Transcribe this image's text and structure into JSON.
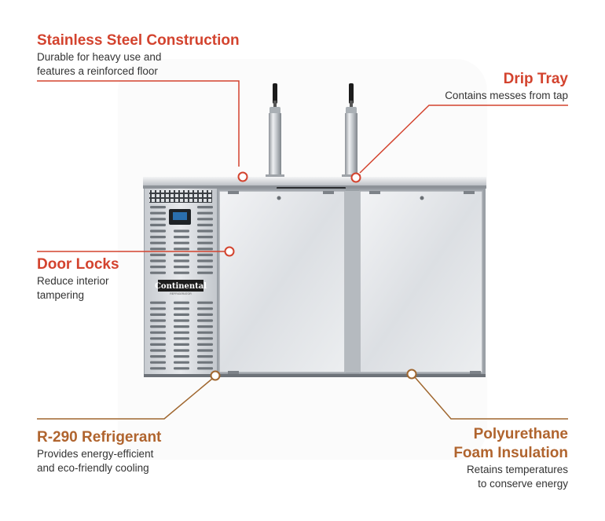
{
  "callouts": {
    "stainless": {
      "title": "Stainless Steel Construction",
      "desc_line1": "Durable for heavy use and",
      "desc_line2": "features a reinforced floor"
    },
    "drip_tray": {
      "title": "Drip Tray",
      "desc_line1": "Contains messes from tap"
    },
    "door_locks": {
      "title": "Door Locks",
      "desc_line1": "Reduce interior",
      "desc_line2": "tampering"
    },
    "refrigerant": {
      "title": "R-290 Refrigerant",
      "desc_line1": "Provides energy-efficient",
      "desc_line2": "and eco-friendly cooling"
    },
    "insulation": {
      "title_line1": "Polyurethane",
      "title_line2": "Foam Insulation",
      "desc_line1": "Retains temperatures",
      "desc_line2": "to conserve energy"
    }
  },
  "product": {
    "brand": "Continental",
    "brand_sub": "REFRIGERATOR"
  },
  "colors": {
    "callout_red": "#d3432e",
    "callout_brown": "#b0642e",
    "steel_light": "#e4e6e9",
    "steel_dark": "#9aa0a6"
  }
}
